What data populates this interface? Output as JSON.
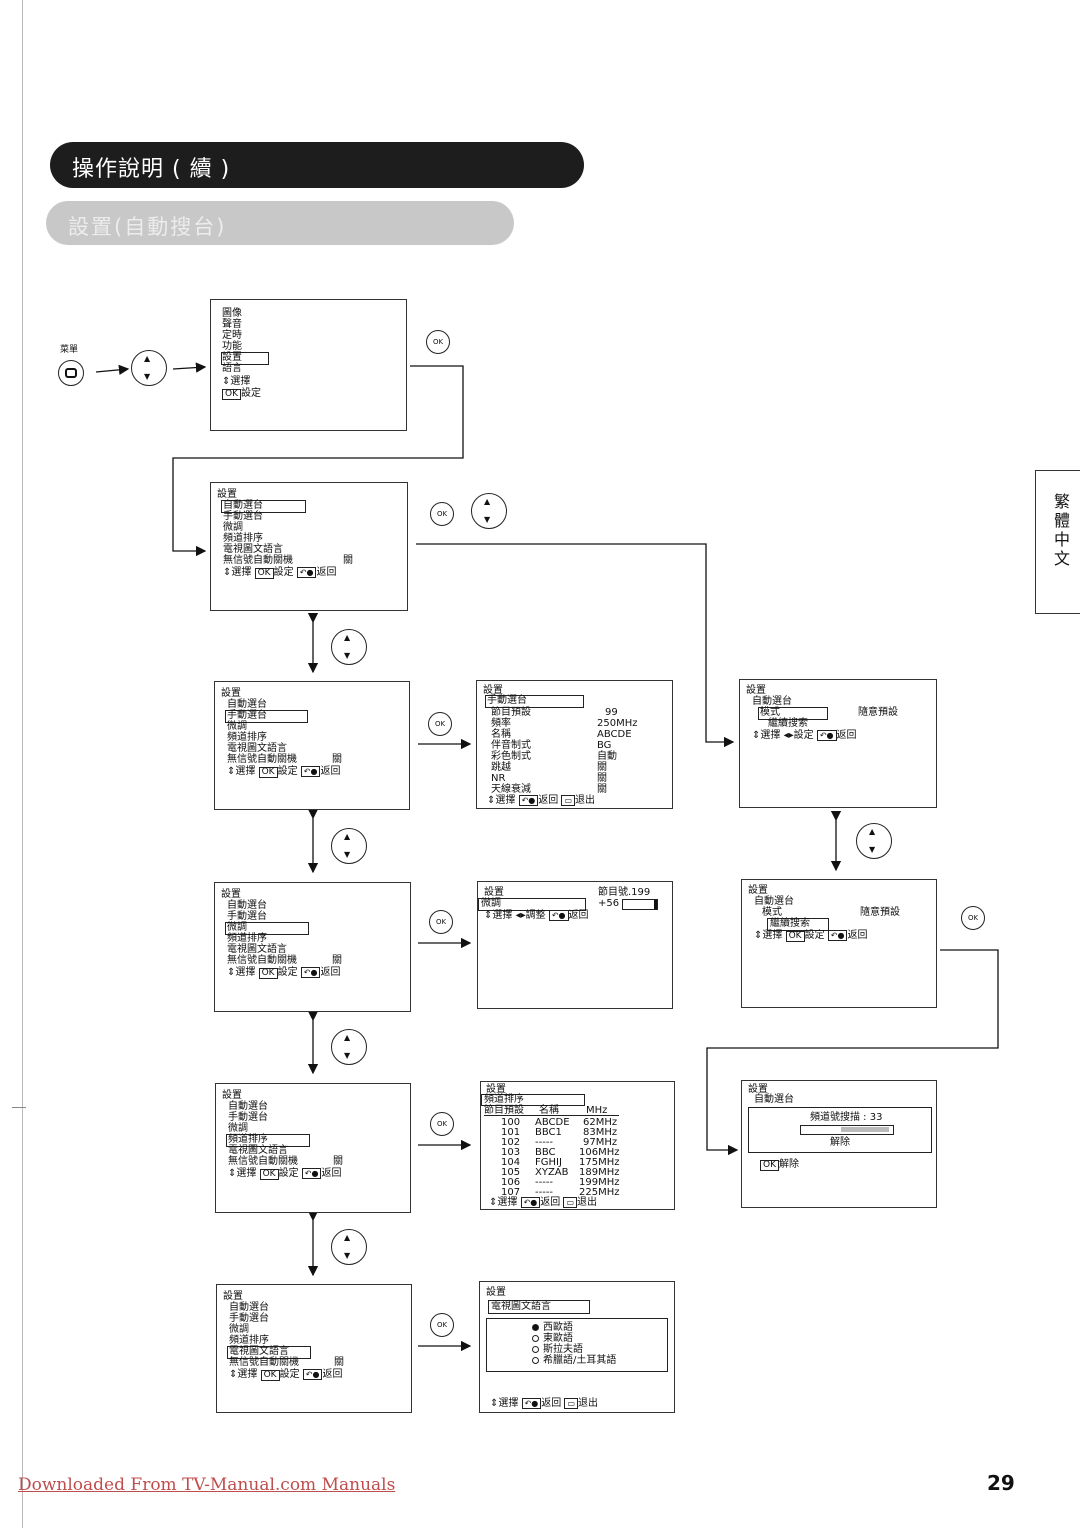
{
  "header": {
    "title": "操作說明 ( 續 )",
    "subtitle": "設置(自動搜台)"
  },
  "side_tab": "繁體中文",
  "menu_button_label": "菜單",
  "ok_label": "OK",
  "screens": {
    "main_menu": {
      "items": [
        "圖像",
        "聲音",
        "定時",
        "功能",
        "設置",
        "語言"
      ],
      "selected": "設置",
      "hint_select": "選擇",
      "hint_set": "設定"
    },
    "setup": {
      "title": "設置",
      "items": [
        "自動選台",
        "手動選台",
        "微調",
        "頻道排序",
        "電視圖文語言",
        "無信號自動關機"
      ],
      "auto_off_value": "關",
      "hint_select": "選擇",
      "hint_set": "設定",
      "hint_back": "返回"
    },
    "manual": {
      "title": "設置",
      "heading": "手動選台",
      "rows": [
        {
          "label": "節目預設",
          "value": "99"
        },
        {
          "label": "頻率",
          "value": "250MHz"
        },
        {
          "label": "名稱",
          "value": "ABCDE"
        },
        {
          "label": "伴音制式",
          "value": "BG"
        },
        {
          "label": "彩色制式",
          "value": "自動"
        },
        {
          "label": "跳越",
          "value": "關"
        },
        {
          "label": "NR",
          "value": "關"
        },
        {
          "label": "天線衰減",
          "value": "關"
        }
      ],
      "hint_select": "選擇",
      "hint_back": "返回",
      "hint_exit": "退出"
    },
    "fine": {
      "title": "設置",
      "program": "節目號.199",
      "heading": "微調",
      "value": "+56",
      "hint_select": "選擇",
      "hint_adjust": "調整",
      "hint_back": "返回"
    },
    "sort": {
      "title": "設置",
      "heading": "頻道排序",
      "columns": [
        "節目預設",
        "名稱",
        "MHz"
      ],
      "rows": [
        [
          "100",
          "ABCDE",
          "62MHz"
        ],
        [
          "101",
          "BBC1",
          "83MHz"
        ],
        [
          "102",
          "-----",
          "97MHz"
        ],
        [
          "103",
          "BBC",
          "106MHz"
        ],
        [
          "104",
          "FGHIJ",
          "175MHz"
        ],
        [
          "105",
          "XYZAB",
          "189MHz"
        ],
        [
          "106",
          "-----",
          "199MHz"
        ],
        [
          "107",
          "-----",
          "225MHz"
        ]
      ],
      "hint_select": "選擇",
      "hint_back": "返回",
      "hint_exit": "退出"
    },
    "teletext": {
      "title": "設置",
      "heading": "電視圖文語言",
      "options": [
        "西歐語",
        "東歐語",
        "斯拉夫語",
        "希臘語/土耳其語"
      ],
      "selected_index": 0,
      "hint_select": "選擇",
      "hint_back": "返回",
      "hint_exit": "退出"
    },
    "auto1": {
      "title": "設置",
      "heading": "自動選台",
      "mode_label": "模式",
      "mode_value": "隨意預設",
      "search_label": "繼續搜索",
      "hint_select": "選擇",
      "hint_set": "設定",
      "hint_back": "返回"
    },
    "auto2": {
      "title": "設置",
      "heading": "自動選台",
      "mode_label": "模式",
      "mode_value": "隨意預設",
      "search_label": "繼續搜索",
      "hint_select": "選擇",
      "hint_set": "設定",
      "hint_back": "返回"
    },
    "auto3": {
      "title": "設置",
      "heading": "自動選台",
      "scanning": "頻道號搜描 : 33",
      "cancel": "解除",
      "ok_cancel": "解除"
    }
  },
  "footer": {
    "link": "Downloaded From TV-Manual.com Manuals",
    "page_number": "29"
  }
}
